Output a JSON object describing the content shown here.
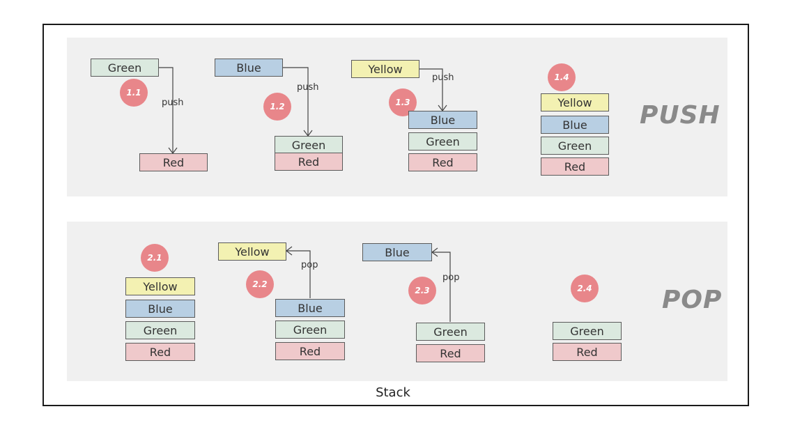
{
  "caption": "Stack",
  "colors": {
    "green": "#dbe9df",
    "blue": "#b8cfe3",
    "yellow": "#f3f1b2",
    "red": "#efc9cb",
    "badge": "#e8868a",
    "panel": "#f0f0f0"
  },
  "push": {
    "title": "PUSH",
    "steps": [
      {
        "badge": "1.1",
        "item": "Green",
        "op": "push",
        "stack": [
          "Red"
        ]
      },
      {
        "badge": "1.2",
        "item": "Blue",
        "op": "push",
        "stack": [
          "Green",
          "Red"
        ]
      },
      {
        "badge": "1.3",
        "item": "Yellow",
        "op": "push",
        "stack": [
          "Blue",
          "Green",
          "Red"
        ]
      },
      {
        "badge": "1.4",
        "stack": [
          "Yellow",
          "Blue",
          "Green",
          "Red"
        ]
      }
    ]
  },
  "pop": {
    "title": "POP",
    "steps": [
      {
        "badge": "2.1",
        "stack": [
          "Yellow",
          "Blue",
          "Green",
          "Red"
        ]
      },
      {
        "badge": "2.2",
        "item": "Yellow",
        "op": "pop",
        "stack": [
          "Blue",
          "Green",
          "Red"
        ]
      },
      {
        "badge": "2.3",
        "item": "Blue",
        "op": "pop",
        "stack": [
          "Green",
          "Red"
        ]
      },
      {
        "badge": "2.4",
        "stack": [
          "Green",
          "Red"
        ]
      }
    ]
  }
}
